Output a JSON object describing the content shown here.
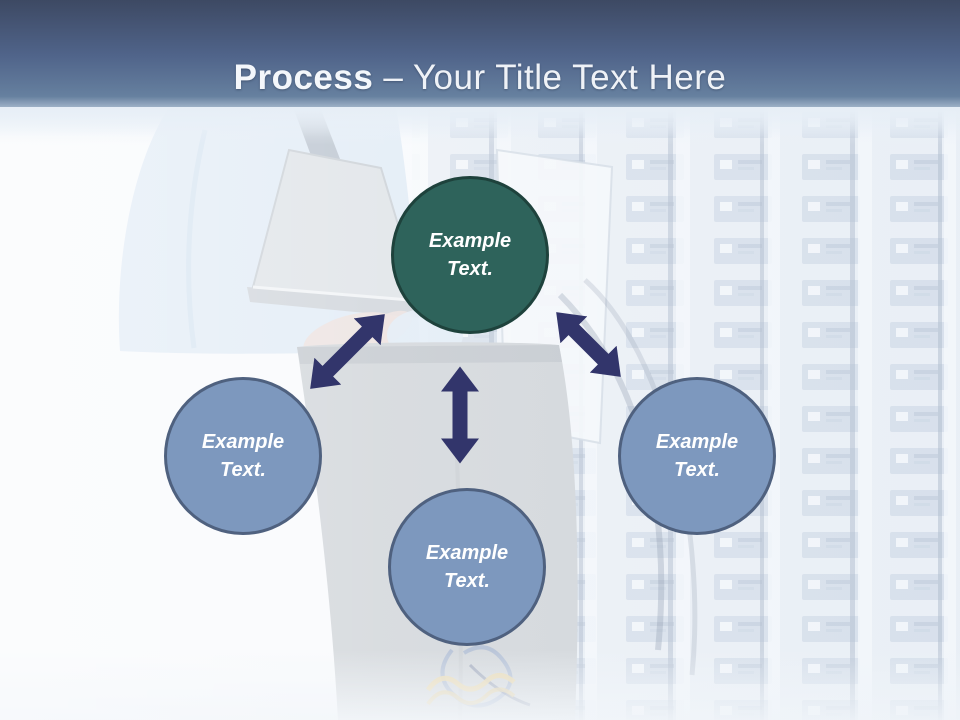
{
  "slide": {
    "header": {
      "title_bold": "Process",
      "title_rest": "– Your Title Text Here"
    },
    "diagram": {
      "nodes": [
        {
          "id": "top",
          "label": "Example Text.",
          "shape": "circle",
          "color_role": "accent-teal"
        },
        {
          "id": "left",
          "label": "Example Text.",
          "shape": "circle",
          "color_role": "primary-blue"
        },
        {
          "id": "bottom",
          "label": "Example Text.",
          "shape": "circle",
          "color_role": "primary-blue"
        },
        {
          "id": "right",
          "label": "Example Text.",
          "shape": "circle",
          "color_role": "primary-blue"
        }
      ],
      "connectors": [
        {
          "from": "top",
          "to": "left",
          "style": "double-headed-arrow"
        },
        {
          "from": "top",
          "to": "bottom",
          "style": "double-headed-arrow"
        },
        {
          "from": "top",
          "to": "right",
          "style": "double-headed-arrow"
        }
      ]
    },
    "background": {
      "description": "Faded photo of an engineer holding a laptop beside server racks in a data center"
    }
  },
  "colors": {
    "header_top": "#3d4963",
    "header_bottom": "#66809f",
    "title_text": "#f4f7fb",
    "node_teal": "#2e635b",
    "node_teal_border": "#1e423c",
    "node_blue": "#7d98be",
    "node_blue_border": "#4f617f",
    "arrow": "#32356b",
    "label_text": "#ffffff"
  }
}
